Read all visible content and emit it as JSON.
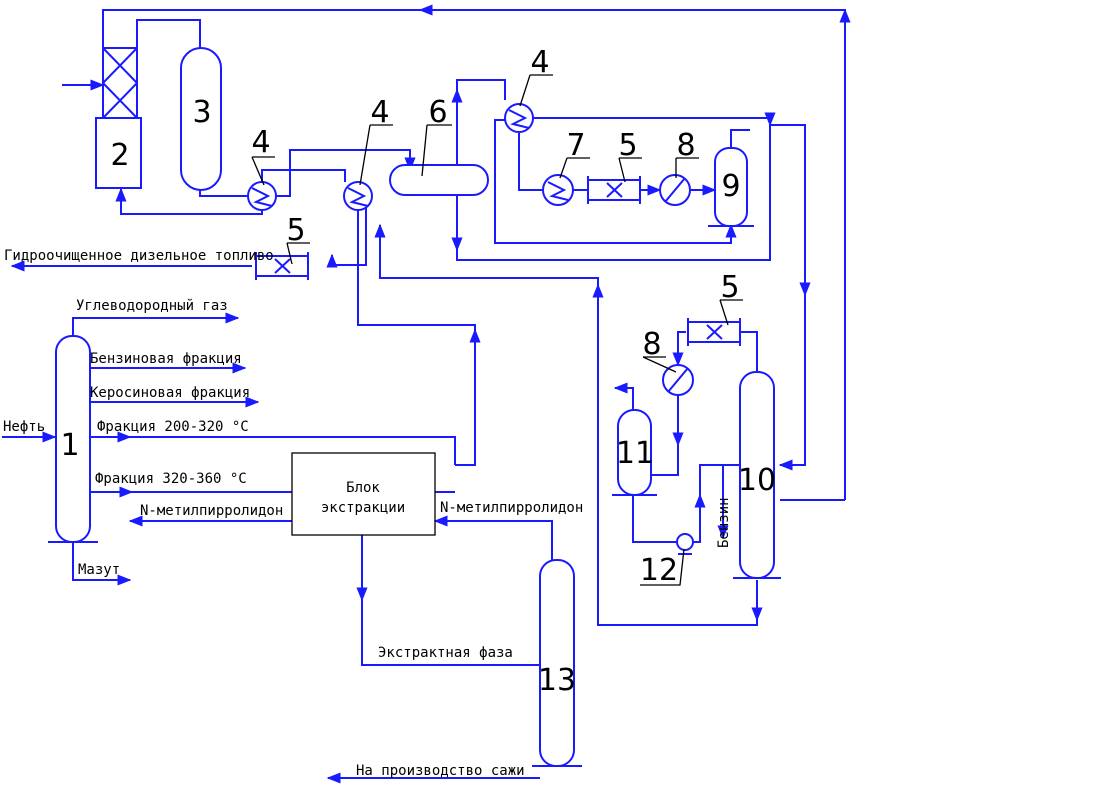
{
  "numbers": {
    "n1": "1",
    "n2": "2",
    "n3": "3",
    "n4a": "4",
    "n4b": "4",
    "n4c": "4",
    "n5a": "5",
    "n5b": "5",
    "n5c": "5",
    "n6": "6",
    "n7": "7",
    "n8a": "8",
    "n8b": "8",
    "n9": "9",
    "n10": "10",
    "n11": "11",
    "n12": "12",
    "n13": "13"
  },
  "labels": {
    "diesel": "Гидроочищенное дизельное топливо",
    "hc_gas": "Углеводородный газ",
    "gasoline_frac": "Бензиновая фракция",
    "kerosene_frac": "Керосиновая фракция",
    "oil": "Нефть",
    "frac_200_320": "Фракция 200-320 °С",
    "frac_320_360": "Фракция 320-360 °С",
    "nmp_left": "N-метилпирролидон",
    "nmp_right": "N-метилпирролидон",
    "mazut": "Мазут",
    "block_line1": "Блок",
    "block_line2": "экстракции",
    "extract_phase": "Экстрактная фаза",
    "soot": "На производство сажи",
    "benzin": "Бензин"
  }
}
